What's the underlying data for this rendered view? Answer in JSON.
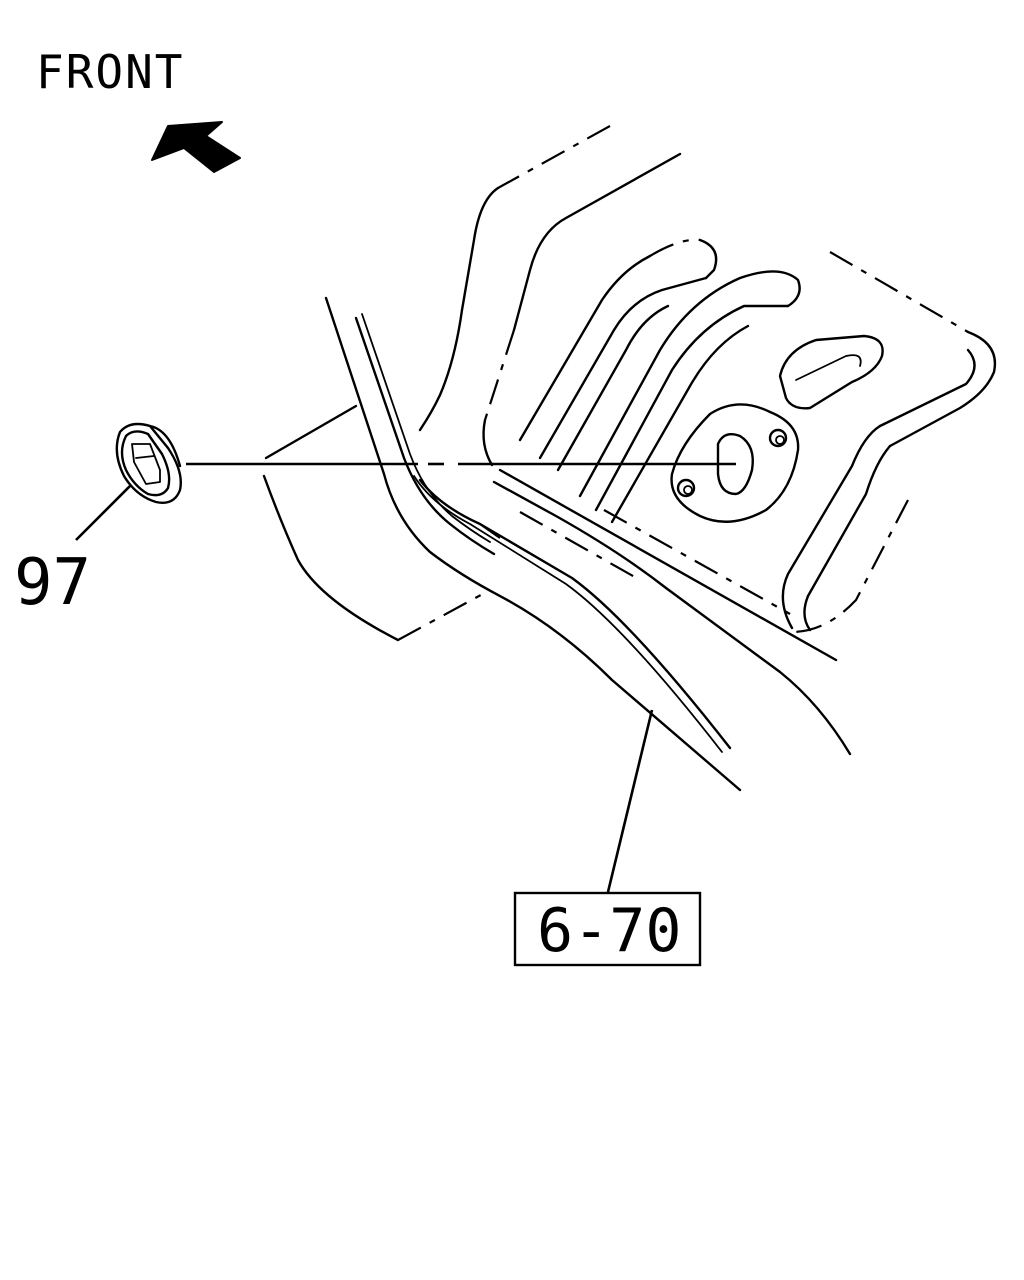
{
  "direction_label": "FRONT",
  "callouts": {
    "part_number": "97",
    "reference_number": "6-70"
  },
  "icons": {
    "direction": "arrow-left-up-icon",
    "part": "grommet-icon"
  },
  "colors": {
    "line": "#000000",
    "background": "#ffffff"
  }
}
